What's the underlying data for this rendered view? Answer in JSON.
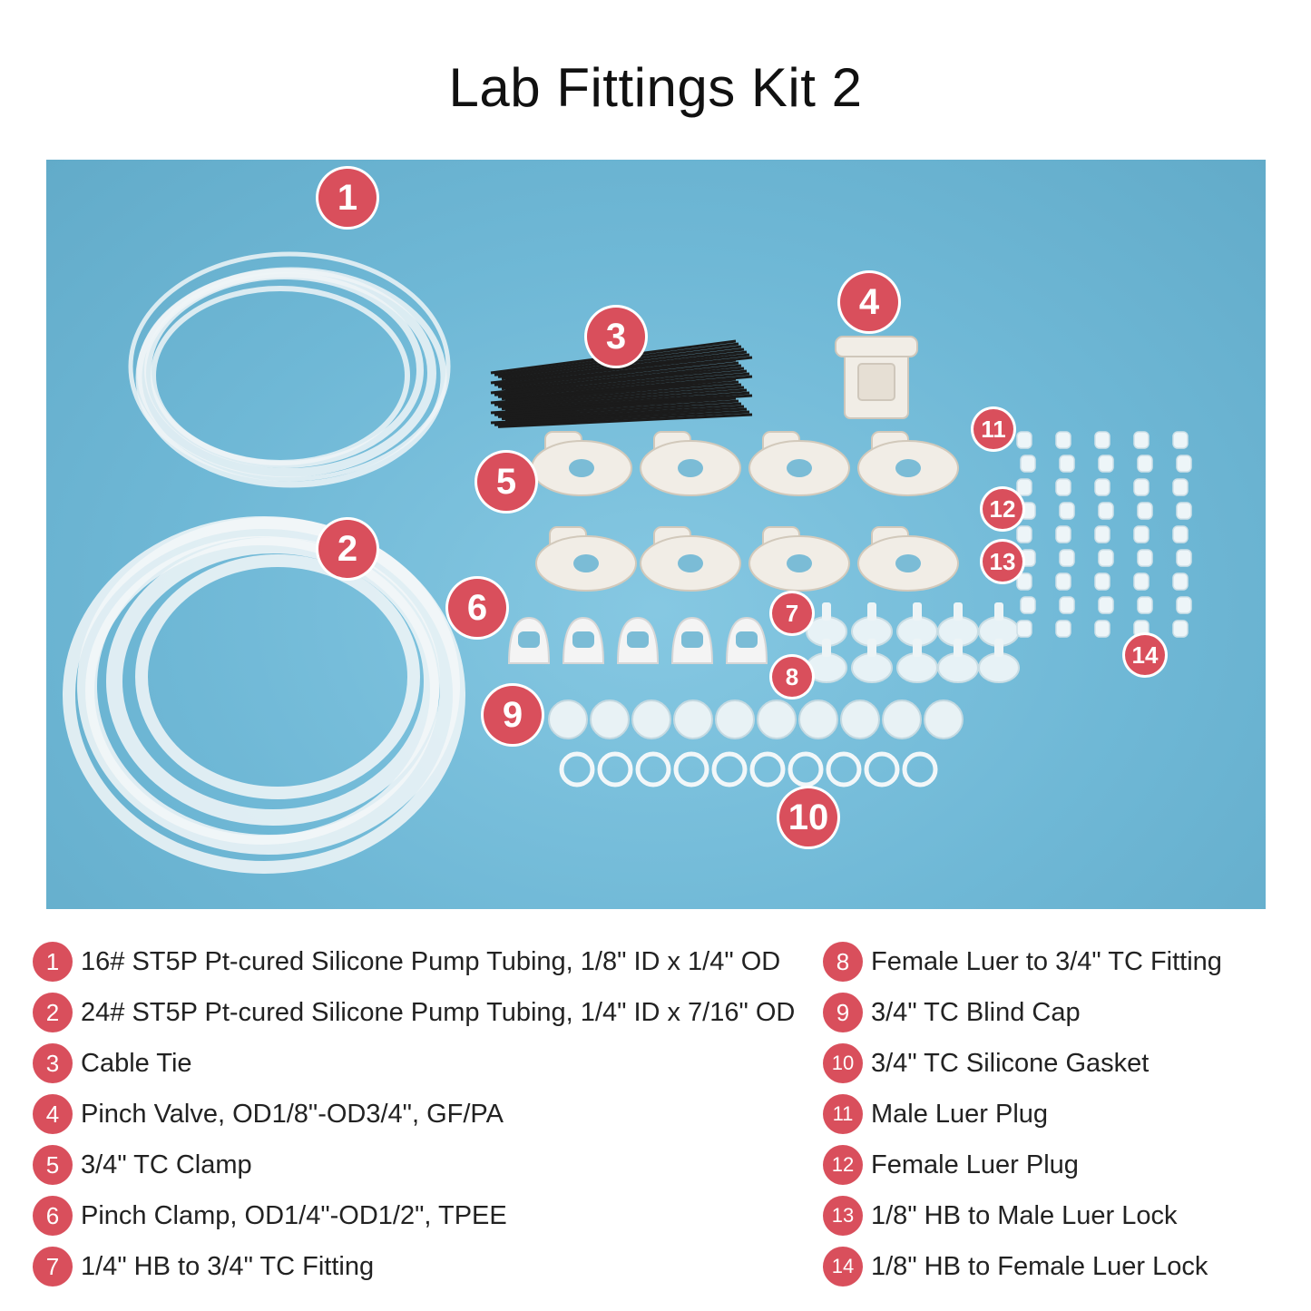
{
  "title": "Lab Fittings Kit 2",
  "colors": {
    "badge": "#d94f5c",
    "background": "#6fb8d6"
  },
  "photo_badges": [
    "1",
    "2",
    "3",
    "4",
    "5",
    "6",
    "7",
    "8",
    "9",
    "10",
    "11",
    "12",
    "13",
    "14"
  ],
  "legend": [
    {
      "num": "1",
      "text": "16# ST5P Pt-cured Silicone Pump Tubing, 1/8\" ID x 1/4\" OD"
    },
    {
      "num": "2",
      "text": "24# ST5P Pt-cured Silicone Pump Tubing, 1/4\" ID x 7/16\" OD"
    },
    {
      "num": "3",
      "text": "Cable Tie"
    },
    {
      "num": "4",
      "text": "Pinch Valve, OD1/8\"-OD3/4\", GF/PA"
    },
    {
      "num": "5",
      "text": "3/4\" TC Clamp"
    },
    {
      "num": "6",
      "text": "Pinch Clamp, OD1/4\"-OD1/2\", TPEE"
    },
    {
      "num": "7",
      "text": "1/4\" HB to 3/4\" TC Fitting"
    },
    {
      "num": "8",
      "text": "Female Luer to 3/4\" TC Fitting"
    },
    {
      "num": "9",
      "text": "3/4\" TC Blind Cap"
    },
    {
      "num": "10",
      "text": "3/4\" TC Silicone Gasket"
    },
    {
      "num": "11",
      "text": "Male Luer Plug"
    },
    {
      "num": "12",
      "text": "Female Luer Plug"
    },
    {
      "num": "13",
      "text": "1/8\" HB to Male Luer Lock"
    },
    {
      "num": "14",
      "text": "1/8\" HB to Female Luer Lock"
    }
  ]
}
